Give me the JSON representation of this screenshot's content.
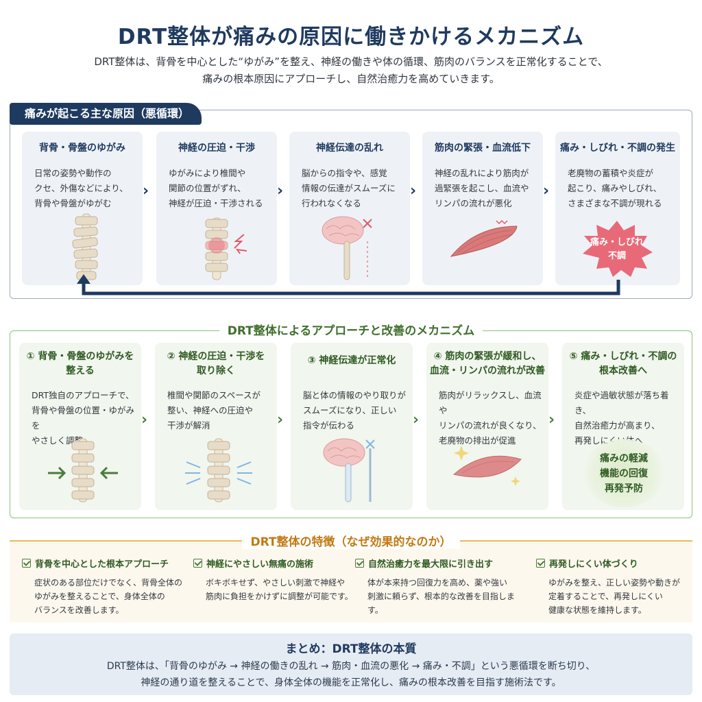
{
  "title": "DRT整体が痛みの原因に働きかけるメカニズム",
  "intro": {
    "line1": "DRT整体は、背骨を中心とした“ゆがみ”を整え、神経の働きや体の循環、筋肉のバランスを正常化することで、",
    "line2": "痛みの根本原因にアプローチし、自然治癒力を高めていきます。"
  },
  "section1": {
    "label": "痛みが起こる主な原因（悪循環）",
    "cards": [
      {
        "title": "背骨・骨盤のゆがみ",
        "body": [
          "日常の姿勢や動作の",
          "クセ、外傷などにより、",
          "背骨や骨盤がゆがむ"
        ]
      },
      {
        "title": "神経の圧迫・干渉",
        "body": [
          "ゆがみにより椎間や",
          "関節の位置がずれ、",
          "神経が圧迫・干渉される"
        ]
      },
      {
        "title": "神経伝達の乱れ",
        "body": [
          "脳からの指令や、感覚",
          "情報の伝達がスムーズに",
          "行われなくなる"
        ]
      },
      {
        "title": "筋肉の緊張・血流低下",
        "body": [
          "神経の乱れにより筋肉が",
          "過緊張を起こし、血流や",
          "リンパの流れが悪化"
        ]
      },
      {
        "title": "痛み・しびれ・不調の発生",
        "body": [
          "老廃物の蓄積や炎症が",
          "起こり、痛みやしびれ、",
          "さまざまな不調が現れる"
        ],
        "badge": [
          "痛み・しびれ",
          "不調"
        ]
      }
    ]
  },
  "section2": {
    "label": "DRT整体によるアプローチと改善のメカニズム",
    "cards": [
      {
        "title": [
          "① 背骨・骨盤のゆがみを",
          "整える"
        ],
        "body": [
          "DRT独自のアプローチで、",
          "背骨や骨盤の位置・ゆがみを",
          "やさしく調整"
        ]
      },
      {
        "title": [
          "② 神経の圧迫・干渉を",
          "取り除く"
        ],
        "body": [
          "椎間や関節のスペースが",
          "整い、神経への圧迫や",
          "干渉が解消"
        ]
      },
      {
        "title": [
          "③ 神経伝達が正常化"
        ],
        "body": [
          "脳と体の情報のやり取りが",
          "スムーズになり、正しい",
          "指令が伝わる"
        ]
      },
      {
        "title": [
          "④ 筋肉の緊張が緩和し、",
          "血流・リンパの流れが改善"
        ],
        "body": [
          "筋肉がリラックスし、血流や",
          "リンパの流れが良くなり、",
          "老廃物の排出が促進"
        ]
      },
      {
        "title": [
          "⑤ 痛み・しびれ・不調の",
          "根本改善へ"
        ],
        "body": [
          "炎症や過敏状態が落ち着き、",
          "自然治癒力が高まり、",
          "再発しにくい体へ"
        ],
        "badge": [
          "痛みの軽減",
          "機能の回復",
          "再発予防"
        ]
      }
    ]
  },
  "section3": {
    "label": "DRT整体の特徴（なぜ効果的なのか）",
    "features": [
      {
        "title": "背骨を中心とした根本アプローチ",
        "body": [
          "症状のある部位だけでなく、背骨全体の",
          "ゆがみを整えることで、身体全体の",
          "バランスを改善します。"
        ]
      },
      {
        "title": "神経にやさしい無痛の施術",
        "body": [
          "ボキボキせず、やさしい刺激で神経や",
          "筋肉に負担をかけずに調整が可能です。"
        ]
      },
      {
        "title": "自然治癒力を最大限に引き出す",
        "body": [
          "体が本来持つ回復力を高め、薬や強い",
          "刺激に頼らず、根本的な改善を目指します。"
        ]
      },
      {
        "title": "再発しにくい体づくり",
        "body": [
          "ゆがみを整え、正しい姿勢や動きが",
          "定着することで、再発しにくい",
          "健康な状態を維持します。"
        ]
      }
    ]
  },
  "summary": {
    "title": "まとめ：DRT整体の本質",
    "line1": "DRT整体は、「背骨のゆがみ → 神経の働きの乱れ → 筋肉・血流の悪化 → 痛み・不調」という悪循環を断ち切り、",
    "line2": "神経の通り道を整えることで、身体全体の機能を正常化し、痛みの根本改善を目指す施術法です。"
  },
  "colors": {
    "navy": "#1f3a5f",
    "green": "#4a7c3a",
    "orange": "#c27a14",
    "pain": "#e05a6a"
  },
  "icons": {
    "arrow": "chevron-right-icon",
    "check": "check-box-icon",
    "spine": "spine-icon",
    "brain": "brain-icon",
    "muscle": "muscle-icon"
  }
}
